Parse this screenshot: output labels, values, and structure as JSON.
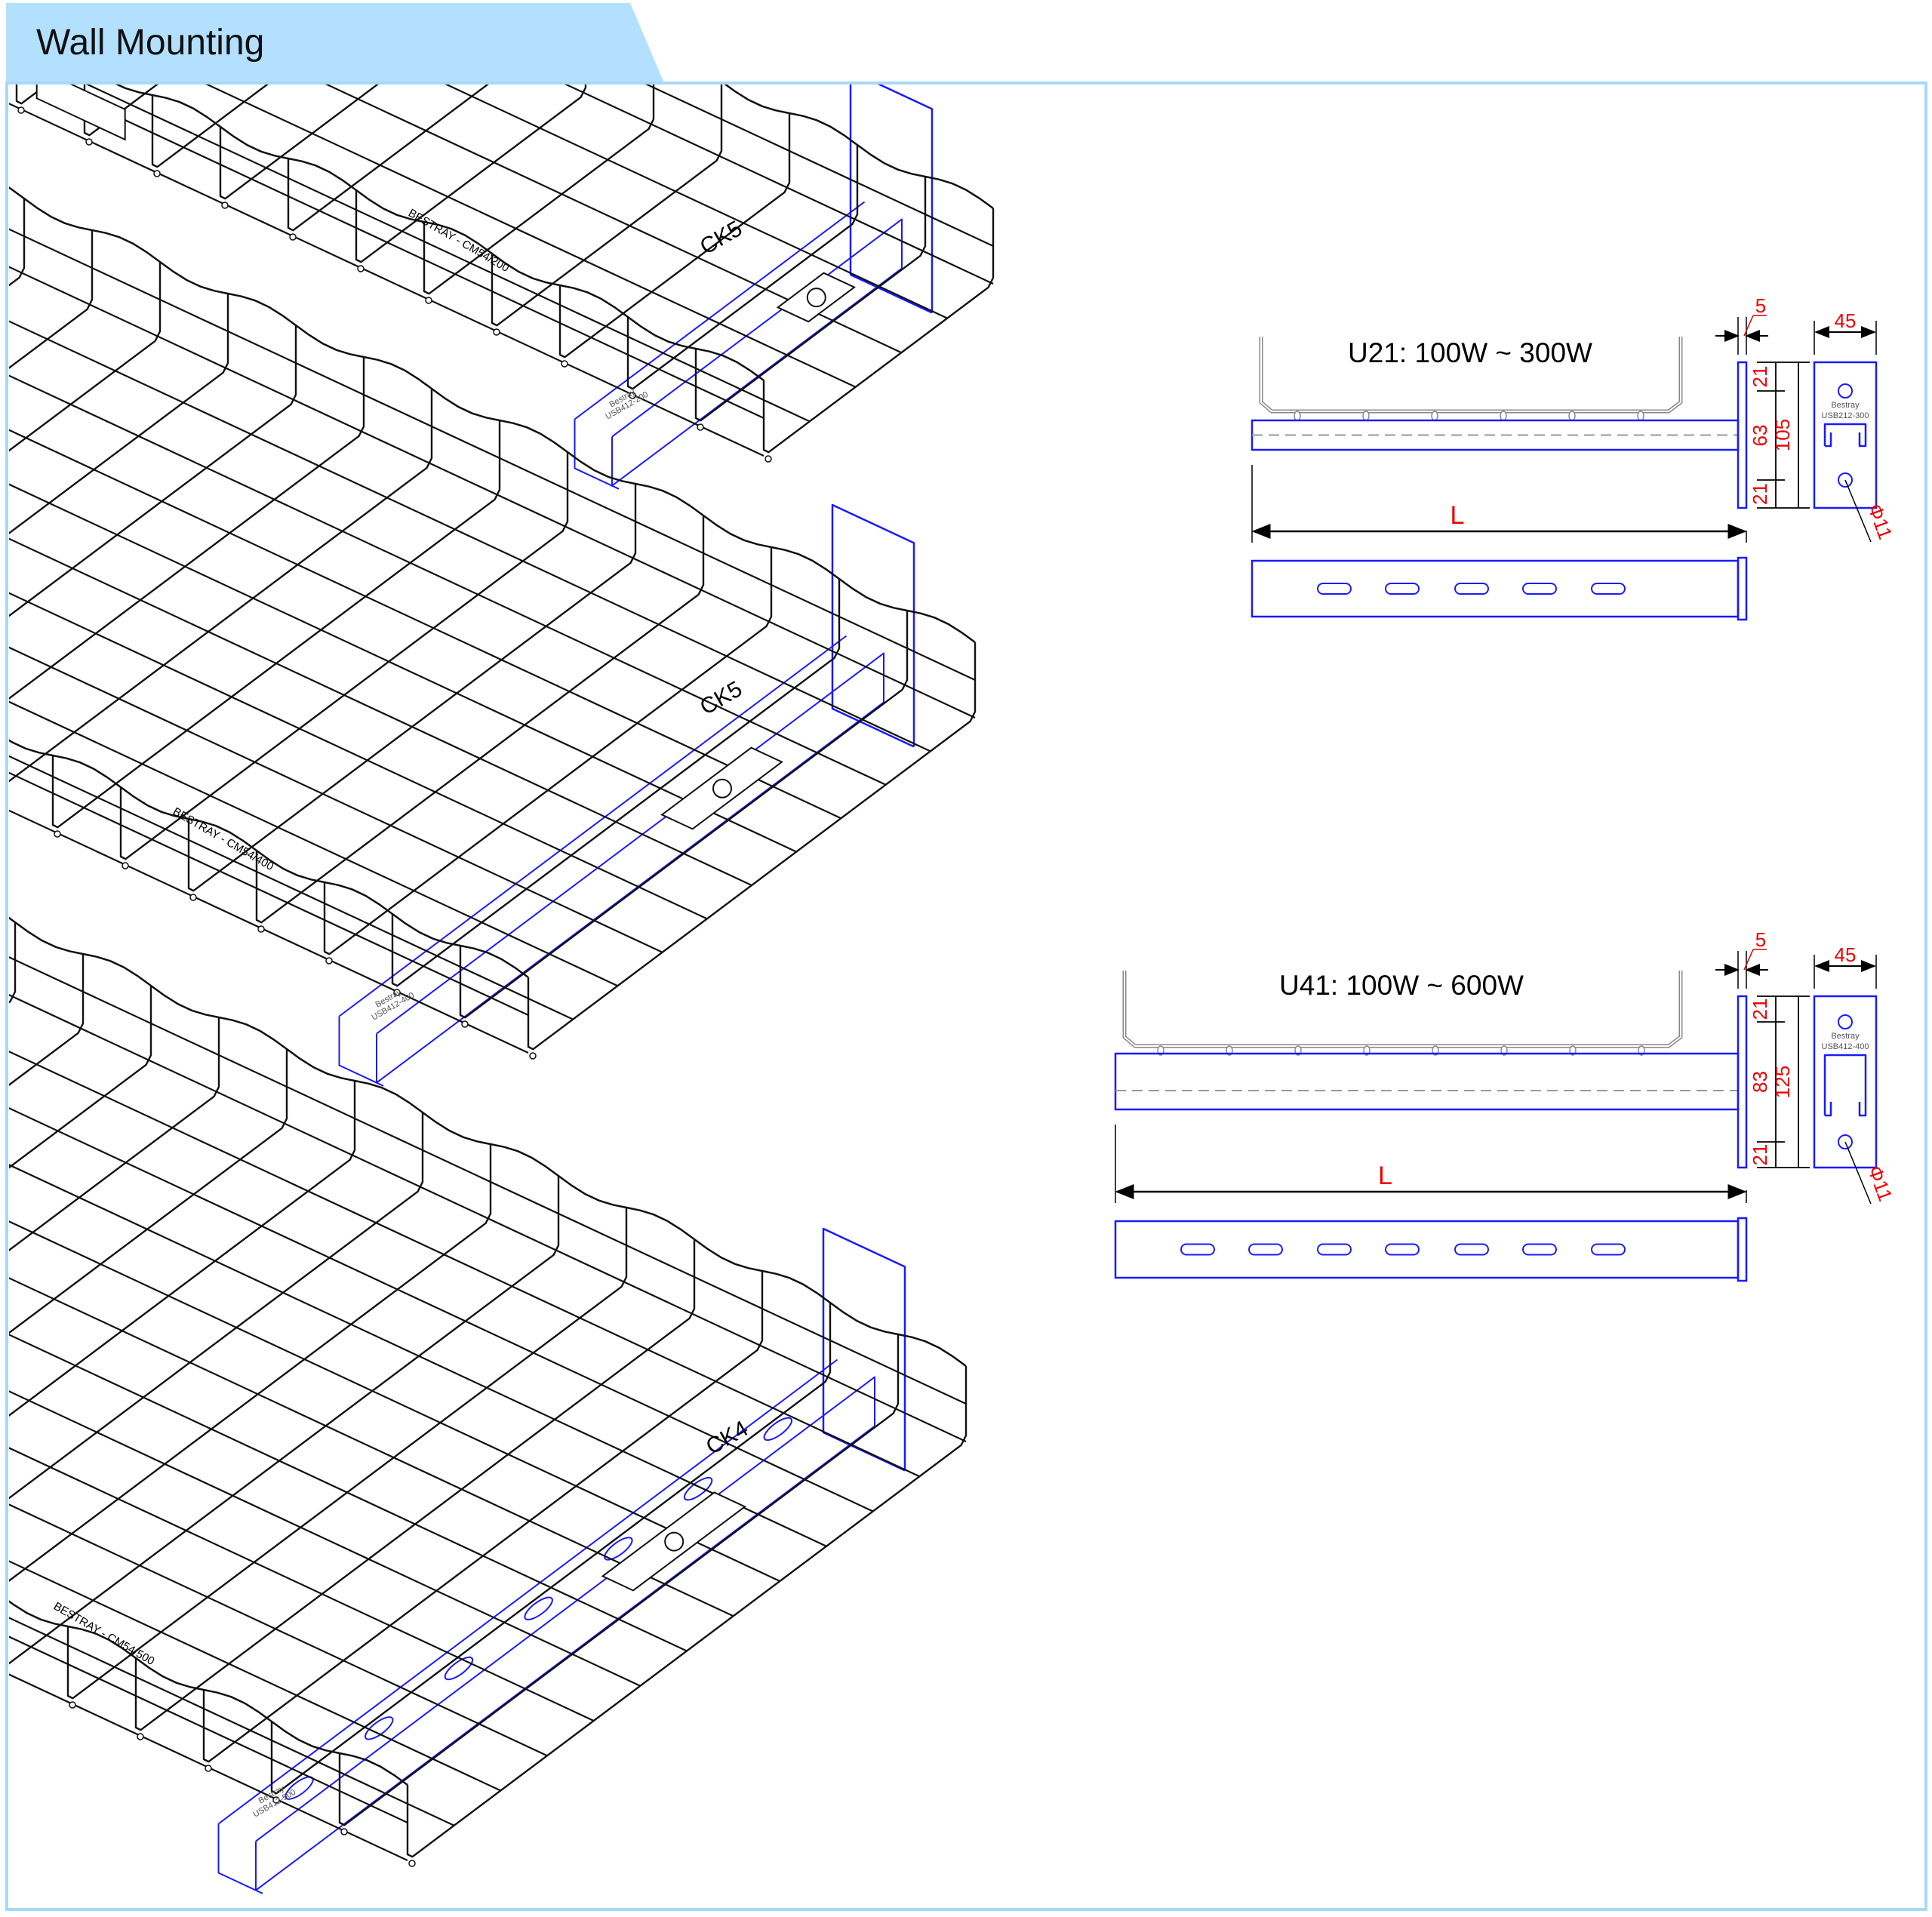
{
  "header": {
    "title": "Wall Mounting"
  },
  "colors": {
    "header_bg": "#b3e0ff",
    "frame": "#a8d8f8",
    "bracket": "#1a1aff",
    "dimension": "#e00000"
  },
  "isometric": [
    {
      "tray_label": "BESTRAY - CM54/200",
      "clip_label": "CK5",
      "channel_brand": "Bestray",
      "channel_label": "USB412-200"
    },
    {
      "tray_label": "BESTRAY - CM54/400",
      "clip_label": "CK5",
      "channel_brand": "Bestray",
      "channel_label": "USB412-400"
    },
    {
      "tray_label": "BESTRAY - CM54/500",
      "clip_label": "CK4",
      "channel_brand": "Bestray",
      "channel_label": "USB412-500"
    }
  ],
  "details": [
    {
      "title": "U21: 100W ~ 300W",
      "thickness": "5",
      "width": "45",
      "top_offset": "21",
      "middle": "63",
      "bottom_offset": "21",
      "height": "105",
      "hole": "Φ11",
      "length": "L",
      "brand": "Bestray",
      "part": "USB212-300"
    },
    {
      "title": "U41: 100W ~ 600W",
      "thickness": "5",
      "width": "45",
      "top_offset": "21",
      "middle": "83",
      "bottom_offset": "21",
      "height": "125",
      "hole": "Φ11",
      "length": "L",
      "brand": "Bestray",
      "part": "USB412-400"
    }
  ]
}
